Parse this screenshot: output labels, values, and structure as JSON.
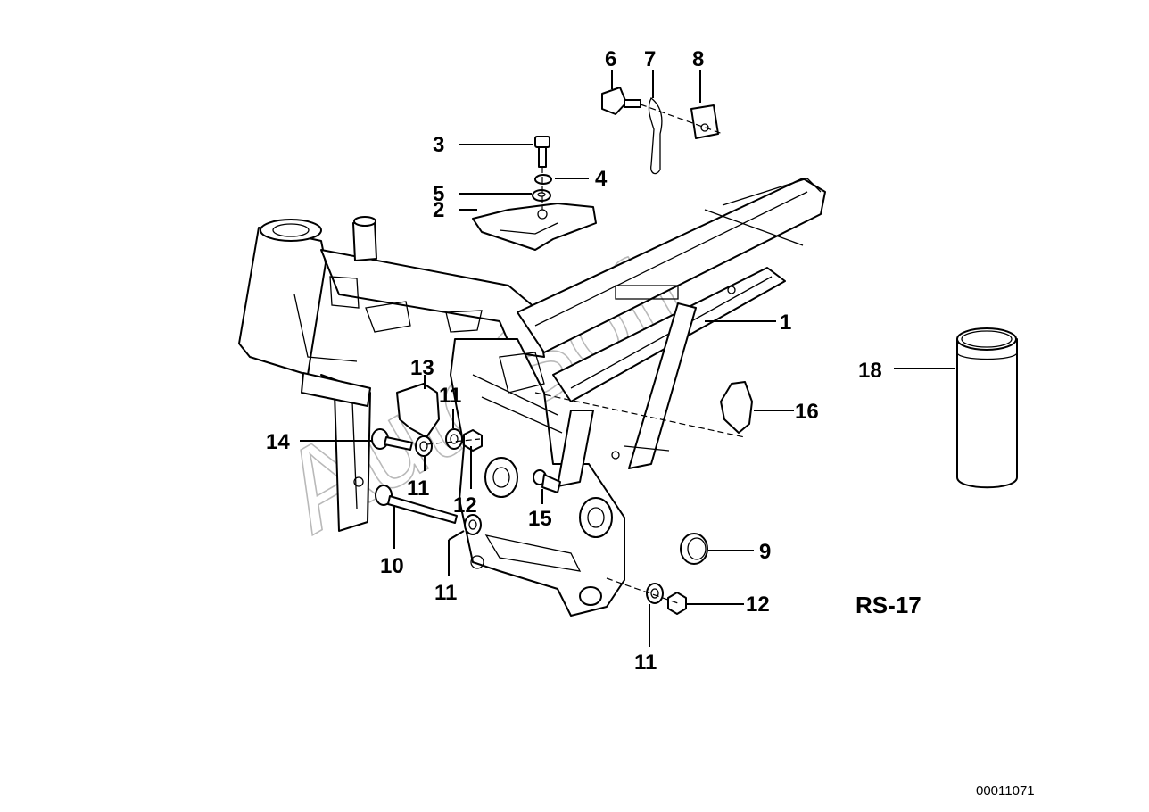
{
  "watermark": "AutoSoft",
  "diagram_code": "RS-17",
  "document_number": "00011071",
  "callouts": {
    "c1": "1",
    "c2": "2",
    "c3": "3",
    "c4": "4",
    "c5": "5",
    "c6": "6",
    "c7": "7",
    "c8": "8",
    "c9": "9",
    "c10": "10",
    "c11a": "11",
    "c11b": "11",
    "c11c": "11",
    "c11d": "11",
    "c12a": "12",
    "c12b": "12",
    "c13": "13",
    "c14": "14",
    "c15": "15",
    "c16": "16",
    "c18": "18"
  }
}
